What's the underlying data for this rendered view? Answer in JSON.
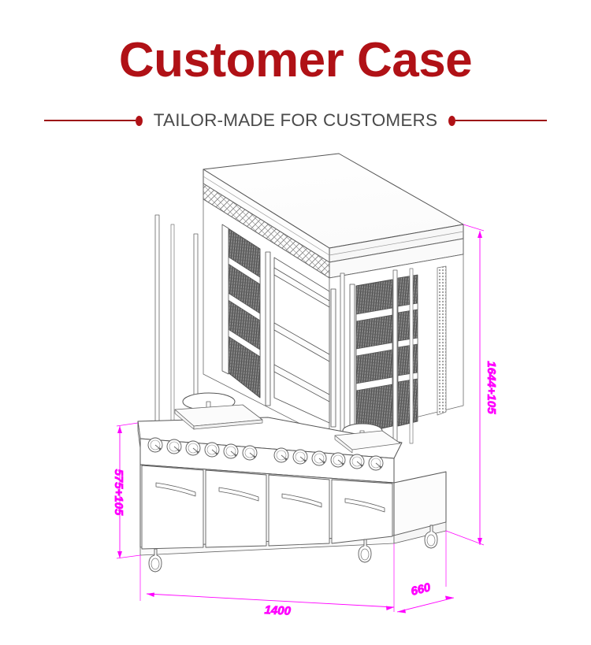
{
  "header": {
    "title": "Customer Case",
    "subtitle": "TAILOR-MADE FOR CUSTOMERS",
    "title_color": "#b01116",
    "subtitle_color": "#4a4a4a",
    "rule_color": "#9c0f12",
    "dot_icon_left": "bullet-dot-icon",
    "dot_icon_right": "bullet-dot-icon"
  },
  "drawing": {
    "type": "isometric-technical-drawing",
    "subject": "commercial vertical grill / kebab machine cabinet",
    "line_color": "#555555",
    "dimension_color": "#ff00ff",
    "dimensions": {
      "height": "1644+105",
      "base_height": "575+105",
      "width": "1400",
      "depth": "660"
    },
    "features": {
      "grill_panels": 3,
      "grill_sections_per_panel": 4,
      "control_knobs": 12,
      "cabinet_doors": 4,
      "casters": 3,
      "shelf_columns": 2,
      "spit_posts": 2
    }
  }
}
